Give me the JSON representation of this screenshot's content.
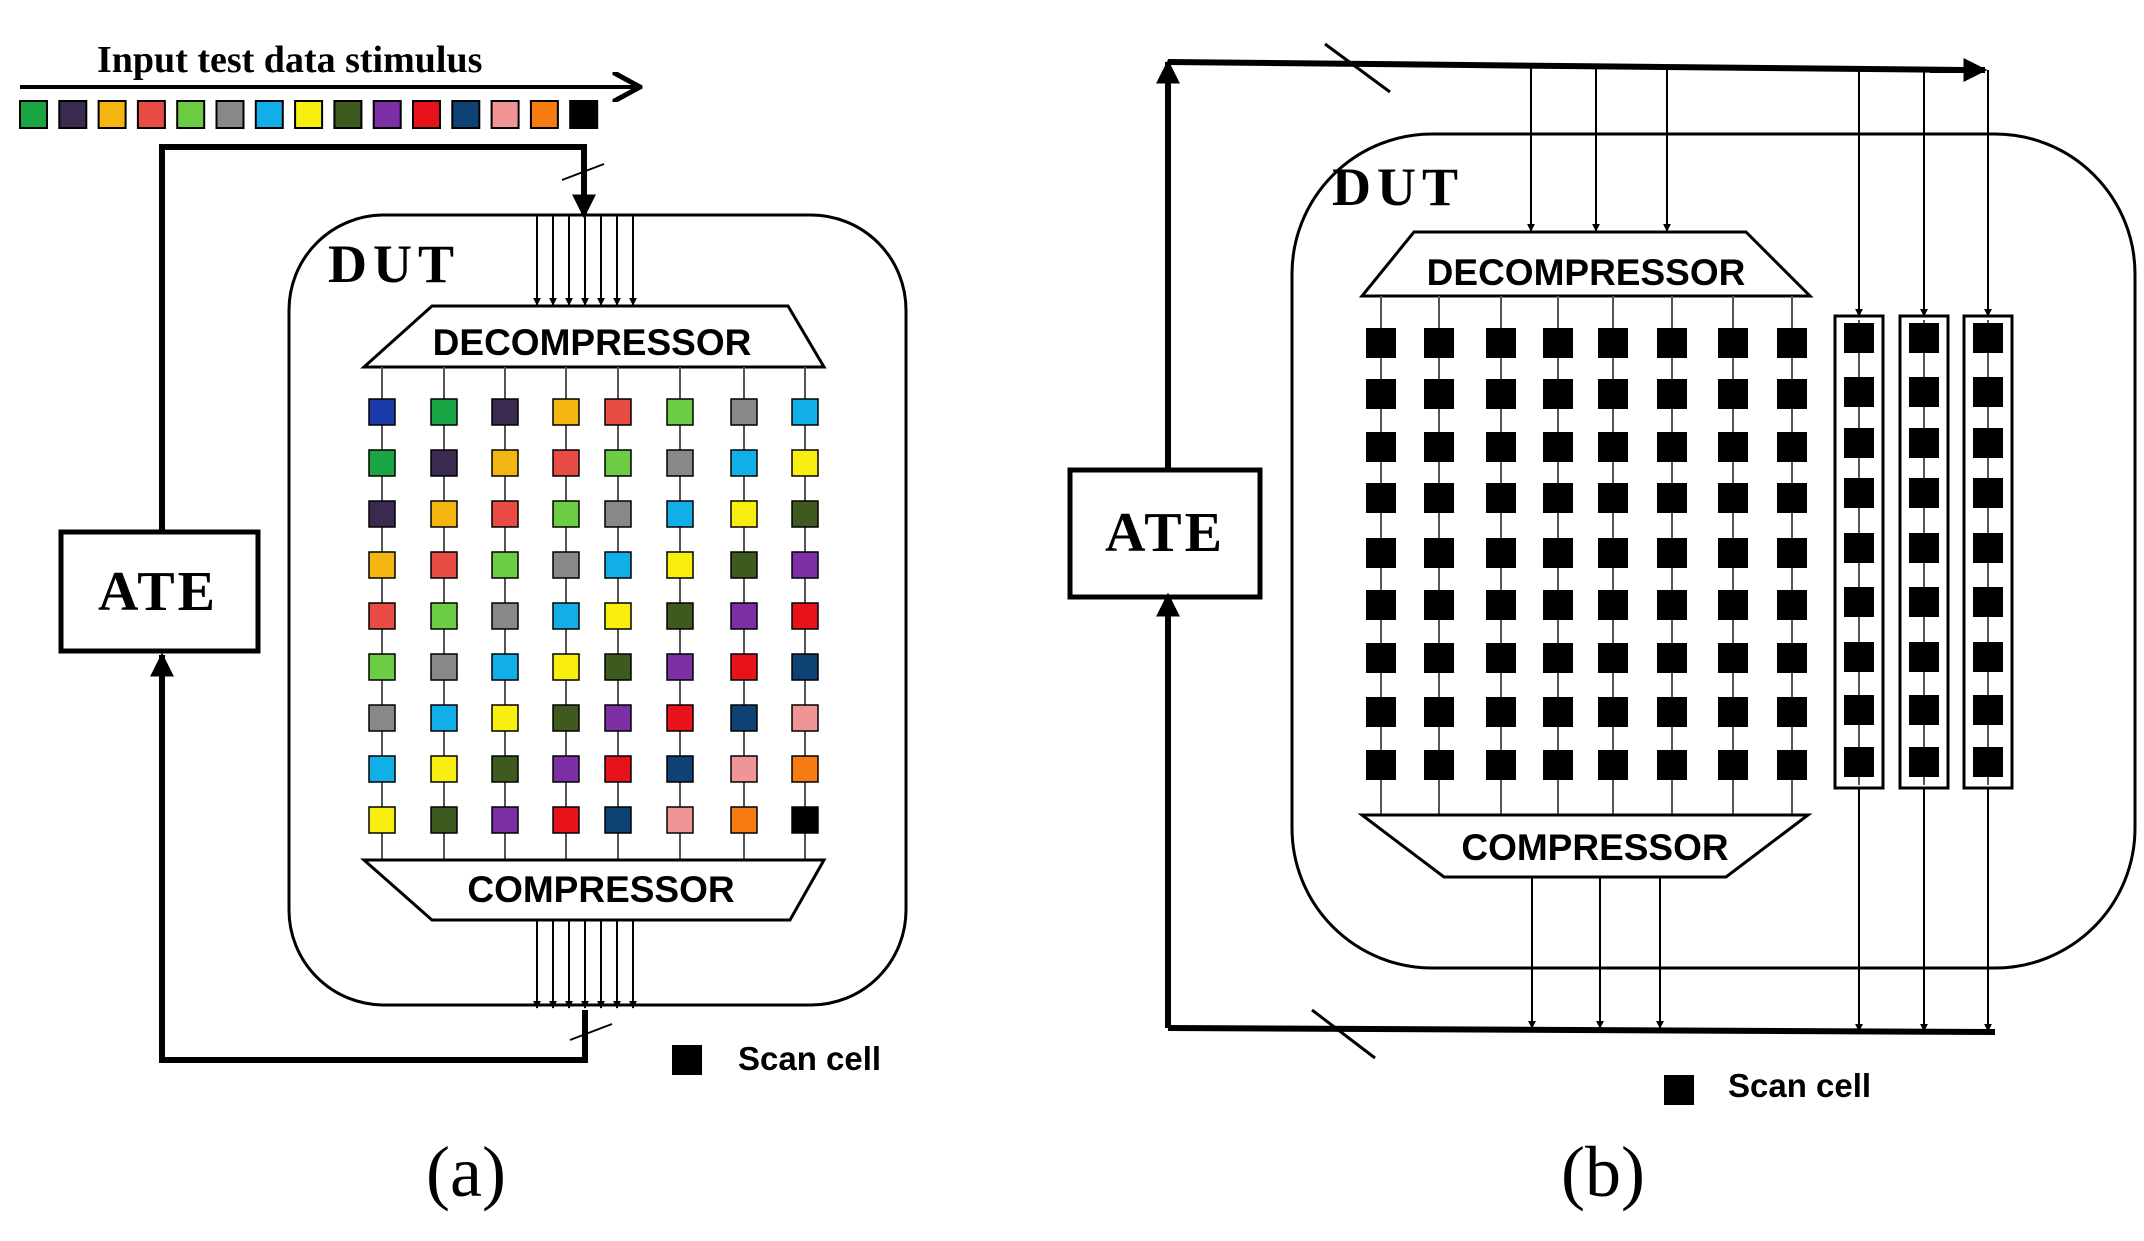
{
  "labels": {
    "input_stimulus": "Input test data stimulus",
    "ate": "ATE",
    "dut": "DUT",
    "decompressor": "DECOMPRESSOR",
    "compressor": "COMPRESSOR",
    "scan_cell": "Scan cell",
    "panel_a": "(a)",
    "panel_b": "(b)"
  },
  "colors": {
    "stimulus": [
      "#1aa545",
      "#3a2a4f",
      "#f3b511",
      "#e84c45",
      "#6ccd44",
      "#888888",
      "#11aee8",
      "#f8ef11",
      "#3f5a1e",
      "#7d2fa6",
      "#e8121b",
      "#0e4275",
      "#ef9596",
      "#f57b12",
      "#000000"
    ],
    "grid_a": [
      [
        "#1a3aa8",
        "#1aa545",
        "#3a2a4f",
        "#f3b511",
        "#e84c45",
        "#6ccd44",
        "#888888",
        "#11aee8"
      ],
      [
        "#1aa545",
        "#3a2a4f",
        "#f3b511",
        "#e84c45",
        "#6ccd44",
        "#888888",
        "#11aee8",
        "#f8ef11"
      ],
      [
        "#3a2a4f",
        "#f3b511",
        "#e84c45",
        "#6ccd44",
        "#888888",
        "#11aee8",
        "#f8ef11",
        "#3f5a1e"
      ],
      [
        "#f3b511",
        "#e84c45",
        "#6ccd44",
        "#888888",
        "#11aee8",
        "#f8ef11",
        "#3f5a1e",
        "#7d2fa6"
      ],
      [
        "#e84c45",
        "#6ccd44",
        "#888888",
        "#11aee8",
        "#f8ef11",
        "#3f5a1e",
        "#7d2fa6",
        "#e8121b"
      ],
      [
        "#6ccd44",
        "#888888",
        "#11aee8",
        "#f8ef11",
        "#3f5a1e",
        "#7d2fa6",
        "#e8121b",
        "#0e4275"
      ],
      [
        "#888888",
        "#11aee8",
        "#f8ef11",
        "#3f5a1e",
        "#7d2fa6",
        "#e8121b",
        "#0e4275",
        "#ef9596"
      ],
      [
        "#11aee8",
        "#f8ef11",
        "#3f5a1e",
        "#7d2fa6",
        "#e8121b",
        "#0e4275",
        "#ef9596",
        "#f57b12"
      ],
      [
        "#f8ef11",
        "#3f5a1e",
        "#7d2fa6",
        "#e8121b",
        "#0e4275",
        "#ef9596",
        "#f57b12",
        "#000000"
      ]
    ],
    "scan_cell": "#000000"
  }
}
